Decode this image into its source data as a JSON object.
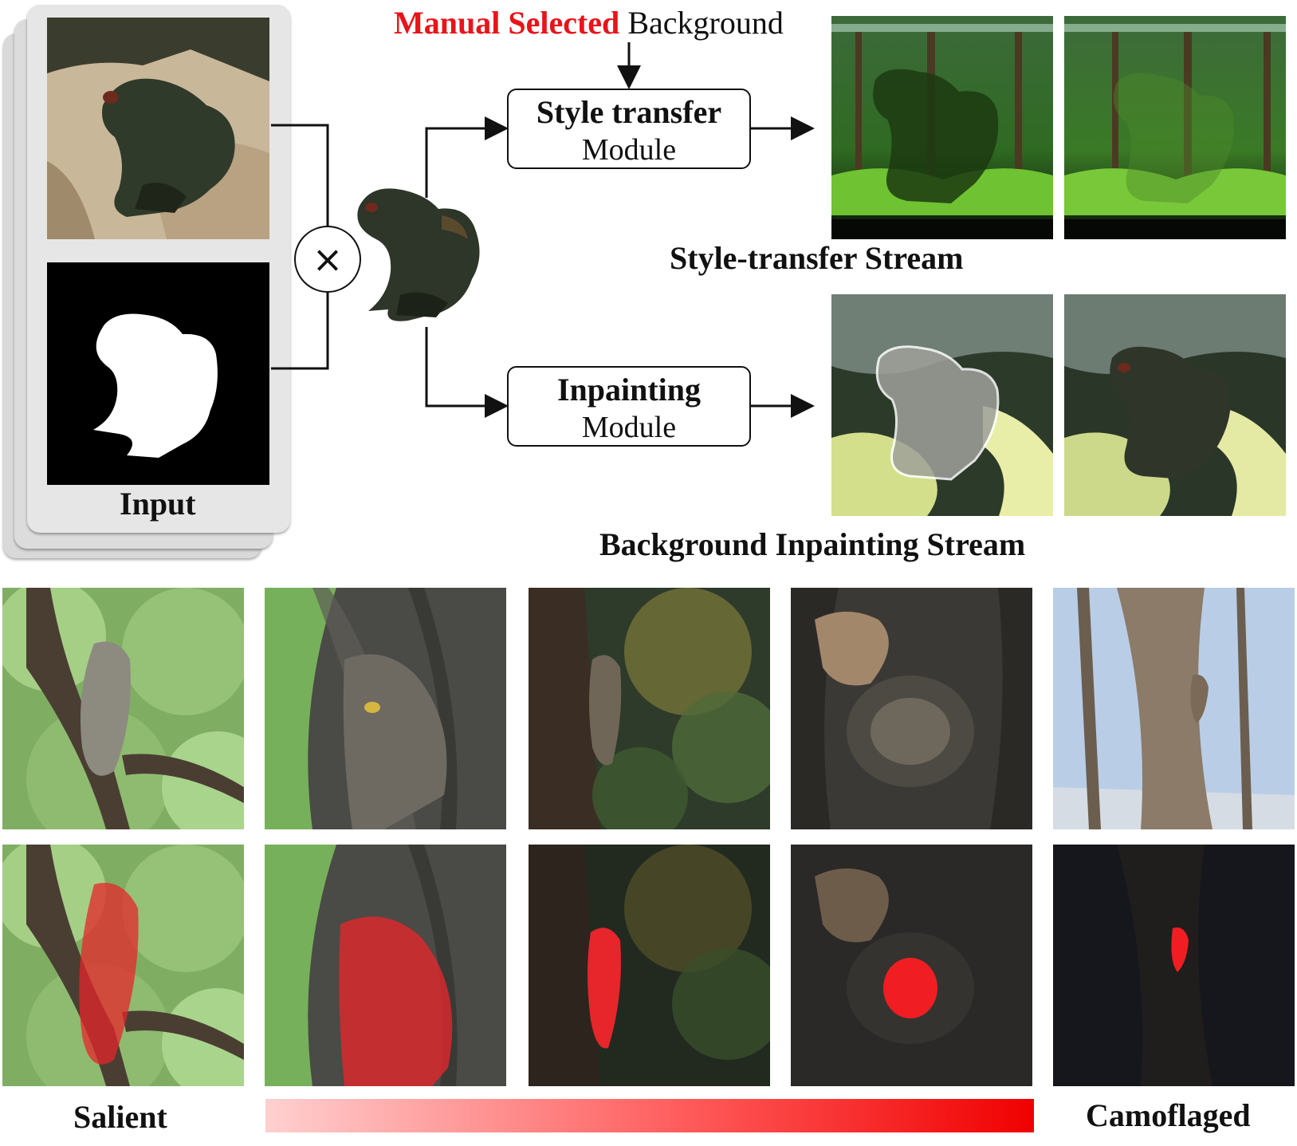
{
  "header": {
    "manual_selected": "Manual Selected",
    "background": "Background"
  },
  "modules": {
    "style_transfer": {
      "title": "Style transfer",
      "subtitle": "Module"
    },
    "inpainting": {
      "title": "Inpainting",
      "subtitle": "Module"
    }
  },
  "labels": {
    "input": "Input",
    "multiply": "×",
    "style_stream": "Style-transfer Stream",
    "inpainting_stream": "Background Inpainting Stream",
    "salient": "Salient",
    "camouflaged": "Camoflaged"
  },
  "colors": {
    "accent_red": "#e8141a",
    "mask_red": "#e6262b",
    "gradient_start": "#ffd0d0",
    "gradient_end": "#f00000"
  }
}
